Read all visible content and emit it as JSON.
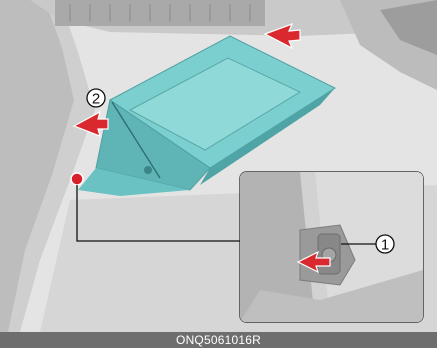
{
  "callouts": {
    "one": "1",
    "two": "2"
  },
  "caption": "ONQ5061016R",
  "colors": {
    "background": "#e3e3e3",
    "glovebox": "#7ccfcf",
    "glovebox_dark": "#5fb5b6",
    "arrow": "#d9292e",
    "marker": "#d8202a",
    "caption_bar": "#6e6e6e"
  },
  "icons": [
    "callout-circle",
    "red-arrow",
    "red-dot-marker",
    "detail-inset"
  ]
}
